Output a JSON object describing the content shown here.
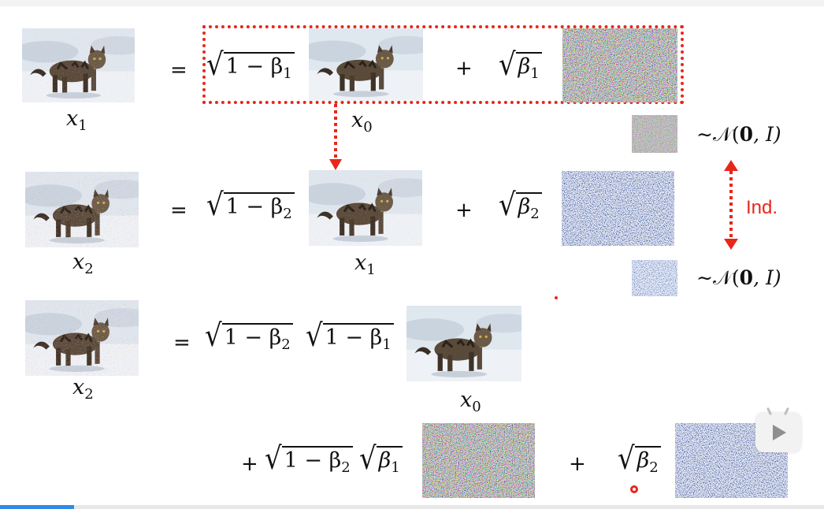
{
  "colors": {
    "accent_red": "#e8261a",
    "progress_blue": "#2f8be6"
  },
  "progress": 0.09,
  "rows": {
    "row1": {
      "lhs": "x",
      "lhs_sub": "1",
      "eq": "=",
      "coef": "1 − β",
      "coef_sub": "1",
      "plus": "+",
      "beta": "β",
      "beta_sub": "1",
      "image_label": "x",
      "image_label_sub": "0"
    },
    "row2": {
      "lhs": "x",
      "lhs_sub": "2",
      "eq": "=",
      "coef": "1 − β",
      "coef_sub": "2",
      "plus": "+",
      "beta": "β",
      "beta_sub": "2",
      "image_label": "x",
      "image_label_sub": "1"
    },
    "row3": {
      "lhs": "x",
      "lhs_sub": "2",
      "eq": "=",
      "coef_a": "1 − β",
      "coef_a_sub": "2",
      "coef_b": "1 − β",
      "coef_b_sub": "1",
      "image_label": "x",
      "image_label_sub": "0"
    },
    "row4": {
      "plus1": "+",
      "coef_a": "1 − β",
      "coef_a_sub": "2",
      "beta_a": "β",
      "beta_a_sub": "1",
      "plus2": "+",
      "beta_b": "β",
      "beta_b_sub": "2"
    }
  },
  "side": {
    "dist_prefix": "∼𝒩(",
    "dist_bold": "𝟎",
    "dist_suffix": ", I)",
    "ind_label": "Ind."
  },
  "icons": {
    "player": "bilibili-tv-play-icon",
    "cat": "cat-photo",
    "noise_color": "color-noise",
    "noise_blue": "blue-noise"
  }
}
